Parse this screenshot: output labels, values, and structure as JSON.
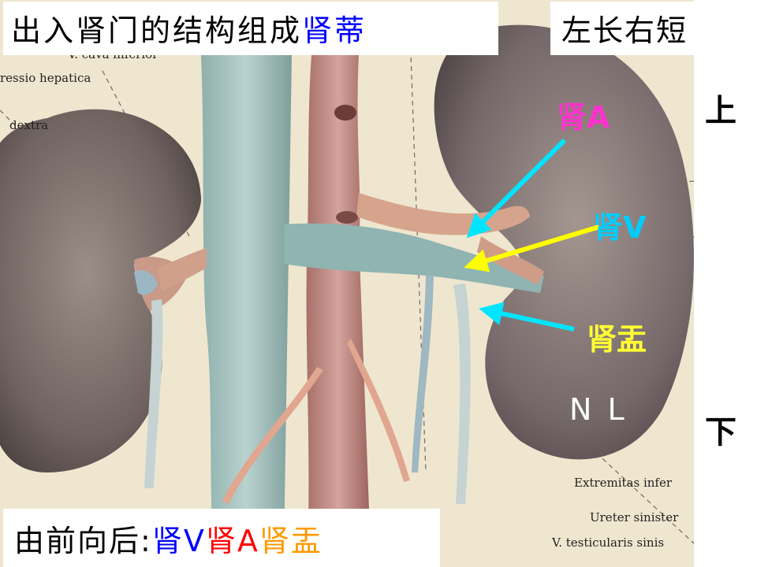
{
  "title": {
    "prefix": "出入肾门的结构组成",
    "highlight": "肾蒂"
  },
  "rule_label": "左长右短",
  "orientation": {
    "up": "上",
    "down": "下"
  },
  "annotations": {
    "renal_artery": "肾A",
    "renal_vein": "肾V",
    "renal_pelvis": "肾盂",
    "nl": "N L"
  },
  "order_caption": {
    "prefix": "由前向后:",
    "item1": "肾V",
    "item2": "肾A",
    "item3": "肾盂"
  },
  "latin_labels": {
    "vena_cava": "V. cava inferior",
    "impressio": "ressio hepatica",
    "dextra": "dextra",
    "extremitas": "Extremitas infer",
    "ureter": "Ureter sinister",
    "testicularis": "V. testicularis sinis"
  },
  "colors": {
    "artery_label": "#ff33cc",
    "vein_label": "#00ccff",
    "pelvis_label": "#ffff33",
    "nl_label": "#ffffff",
    "arrow_cyan": "#00e5ff",
    "arrow_yellow": "#ffff00"
  }
}
